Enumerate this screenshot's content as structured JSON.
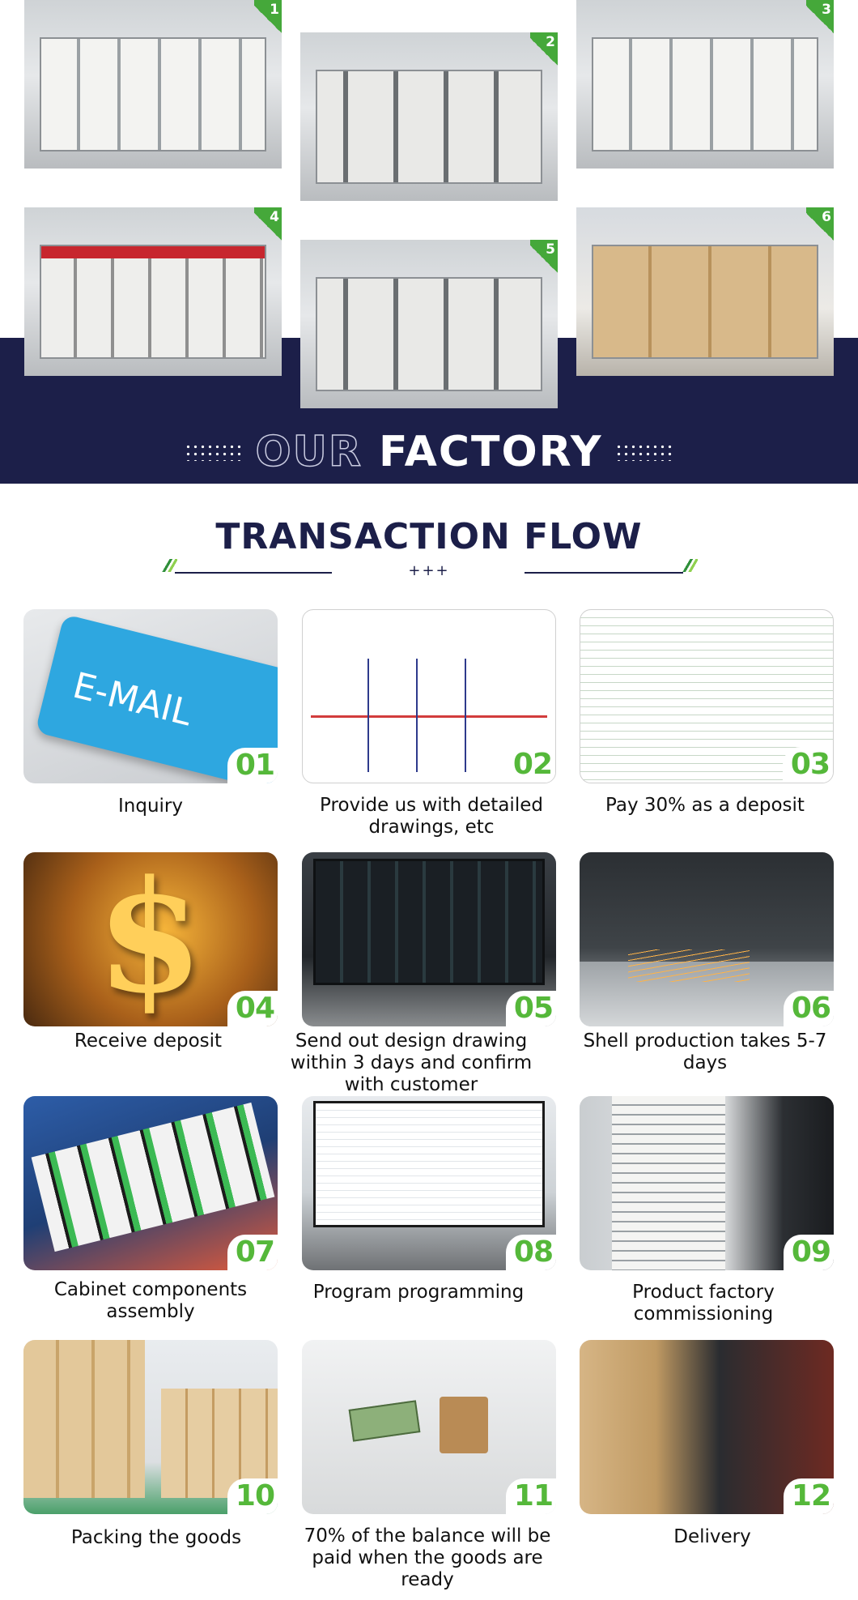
{
  "factory": {
    "photos": [
      {
        "number": "1"
      },
      {
        "number": "2"
      },
      {
        "number": "3"
      },
      {
        "number": "4"
      },
      {
        "number": "5"
      },
      {
        "number": "6"
      }
    ],
    "title_outline": "OUR",
    "title_solid": "FACTORY"
  },
  "transaction": {
    "title": "TRANSACTION FLOW",
    "divider_text": "+++",
    "steps": [
      {
        "number": "01",
        "label": "Inquiry"
      },
      {
        "number": "02",
        "label": "Provide us with detailed drawings, etc"
      },
      {
        "number": "03",
        "label": "Pay 30% as a deposit"
      },
      {
        "number": "04",
        "label": "Receive deposit"
      },
      {
        "number": "05",
        "label": "Send out design drawing within 3 days and confirm with customer"
      },
      {
        "number": "06",
        "label": "Shell production takes 5-7 days"
      },
      {
        "number": "07",
        "label": "Cabinet components assembly"
      },
      {
        "number": "08",
        "label": "Program programming"
      },
      {
        "number": "09",
        "label": "Product factory commissioning"
      },
      {
        "number": "10",
        "label": "Packing the goods"
      },
      {
        "number": "11",
        "label": "70% of the balance will be paid when the goods are ready"
      },
      {
        "number": "12",
        "label": "Delivery"
      }
    ],
    "email_key_text": "E-MAIL"
  },
  "colors": {
    "navy": "#1c1f49",
    "accent_green": "#55b83a"
  }
}
